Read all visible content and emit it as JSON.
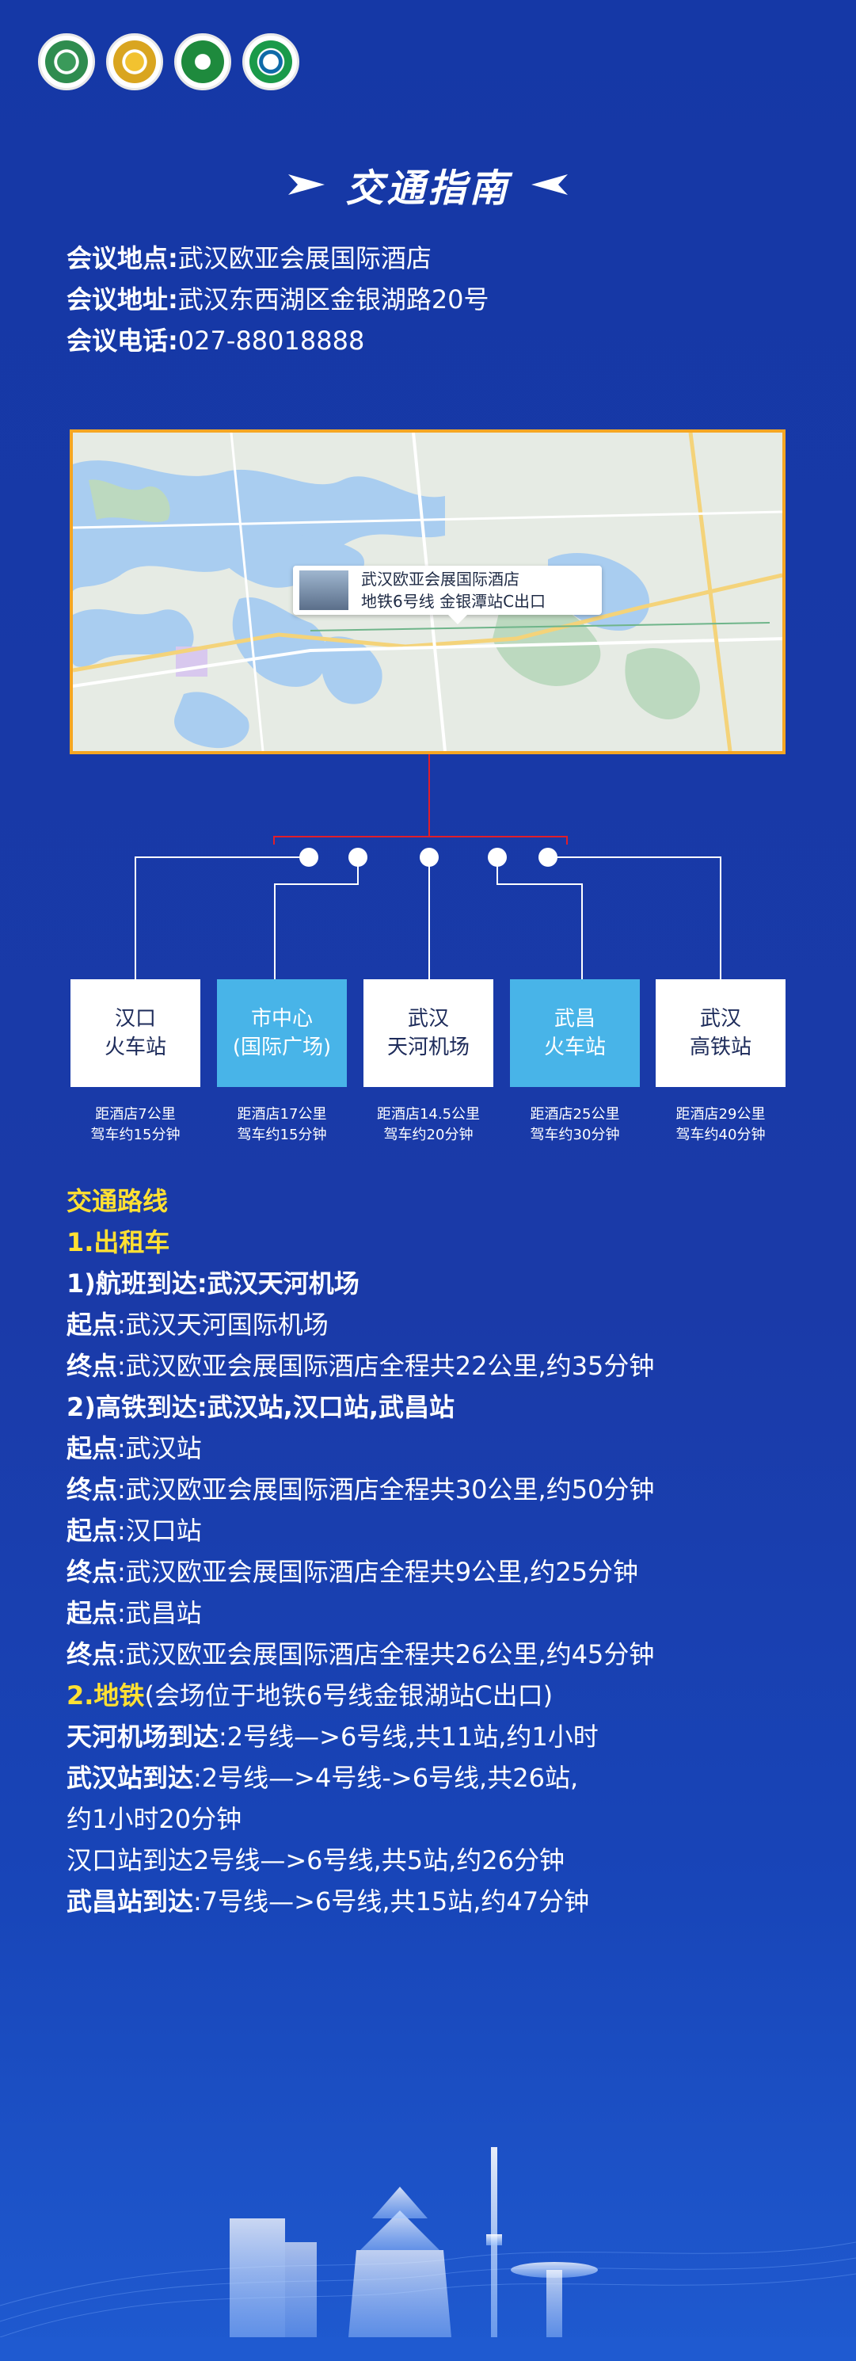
{
  "logos": [
    "logo-1",
    "logo-2",
    "logo-3",
    "logo-4"
  ],
  "title": "交通指南",
  "info": [
    {
      "k": "会议地点:",
      "v": "武汉欧亚会展国际酒店"
    },
    {
      "k": "会议地址:",
      "v": "武汉东西湖区金银湖路20号"
    },
    {
      "k": "会议电话:",
      "v": "027-88018888"
    }
  ],
  "map": {
    "line1": "武汉欧亚会展国际酒店",
    "line2": "地铁6号线  金银潭站C出口"
  },
  "destinations": [
    {
      "l1": "汉口",
      "l2": "火车站",
      "d1": "距酒店7公里",
      "d2": "驾车约15分钟",
      "alt": false
    },
    {
      "l1": "市中心",
      "l2": "(国际广场)",
      "d1": "距酒店17公里",
      "d2": "驾车约15分钟",
      "alt": true
    },
    {
      "l1": "武汉",
      "l2": "天河机场",
      "d1": "距酒店14.5公里",
      "d2": "驾车约20分钟",
      "alt": false
    },
    {
      "l1": "武昌",
      "l2": "火车站",
      "d1": "距酒店25公里",
      "d2": "驾车约30分钟",
      "alt": true
    },
    {
      "l1": "武汉",
      "l2": "高铁站",
      "d1": "距酒店29公里",
      "d2": "驾车约40分钟",
      "alt": false
    }
  ],
  "route": {
    "heading": "交通路线",
    "taxi_heading": "1.出租车",
    "flight_heading": "1)航班到达:武汉天河机场",
    "start_label": "起点",
    "end_label": "终点",
    "flight_start": ":武汉天河国际机场",
    "flight_end": ":武汉欧亚会展国际酒店全程共22公里,约35分钟",
    "rail_heading": "2)高铁到达:武汉站,汉口站,武昌站",
    "r1_start": ":武汉站",
    "r1_end": ":武汉欧亚会展国际酒店全程共30公里,约50分钟",
    "r2_start": ":汉口站",
    "r2_end": ":武汉欧亚会展国际酒店全程共9公里,约25分钟",
    "r3_start": ":武昌站",
    "r3_end": ":武汉欧亚会展国际酒店全程共26公里,约45分钟",
    "metro_heading": "2.地铁",
    "metro_note": "(会场位于地铁6号线金银湖站C出口)",
    "m1_label": "天河机场到达",
    "m1_text": ":2号线—>6号线,共11站,约1小时",
    "m2_label": "武汉站到达",
    "m2_text": ":2号线—>4号线->6号线,共26站,",
    "m2_text2": "约1小时20分钟",
    "m3_text": "汉口站到达2号线—>6号线,共5站,约26分钟",
    "m4_label": "武昌站到达",
    "m4_text": ":7号线—>6号线,共15站,约47分钟"
  },
  "colors": {
    "bg": "#1538a6",
    "accent": "#ffe033",
    "alt_box": "#48b4e8",
    "map_border": "#f5a623"
  }
}
